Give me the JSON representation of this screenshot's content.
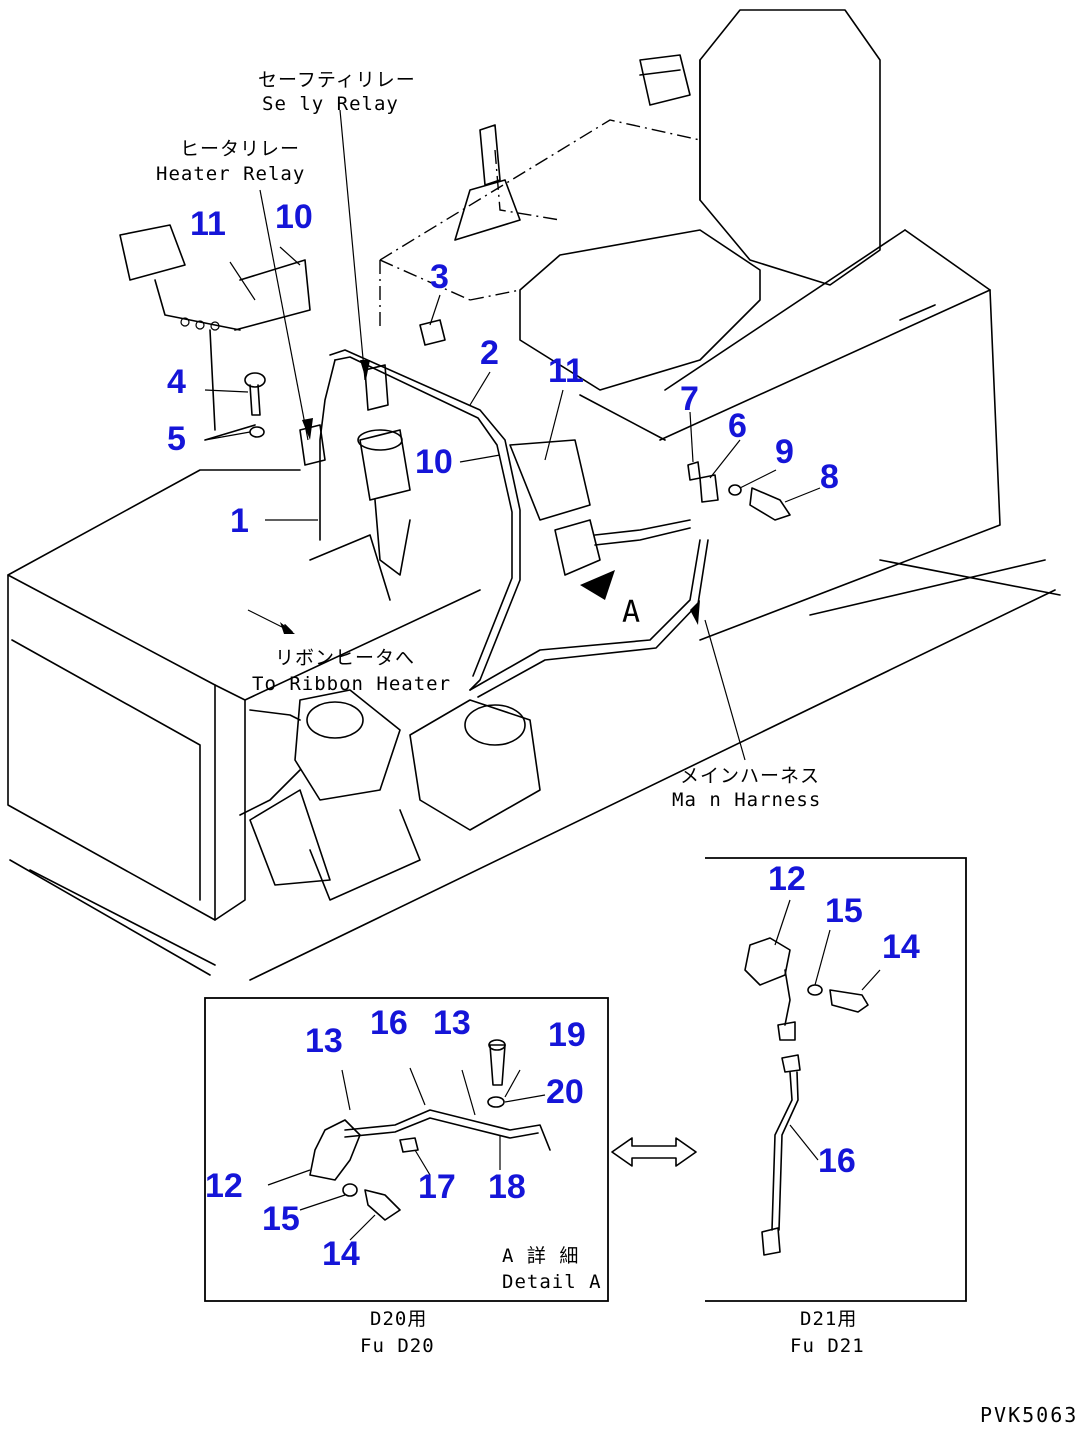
{
  "captions": {
    "safety_relay_jp": "セーフティリレー",
    "safety_relay_en": "Se ly Relay",
    "heater_relay_jp": "ヒータリレー",
    "heater_relay_en": "Heater Relay",
    "ribbon_heater_jp": "リボンヒータへ",
    "ribbon_heater_en": "To Ribbon Heater",
    "main_harness_jp": "メインハーネス",
    "main_harness_en": "Ma n Harness",
    "view_a": "A",
    "detail_a_jp": "A 詳 細",
    "detail_a_en": "Detail A",
    "d20_jp": "D20用",
    "d20_en": "Fu  D20",
    "d21_jp": "D21用",
    "d21_en": "Fu  D21",
    "drawing_ref": "PVK5063"
  },
  "callouts": {
    "c1": "1",
    "c2": "2",
    "c3": "3",
    "c4": "4",
    "c5": "5",
    "c6": "6",
    "c7": "7",
    "c8": "8",
    "c9": "9",
    "c10a": "10",
    "c10b": "10",
    "c11a": "11",
    "c11b": "11",
    "d20_12": "12",
    "d20_13a": "13",
    "d20_13b": "13",
    "d20_14": "14",
    "d20_15": "15",
    "d20_16": "16",
    "d20_17": "17",
    "d20_18": "18",
    "d20_19": "19",
    "d20_20": "20",
    "d21_12": "12",
    "d21_14": "14",
    "d21_15": "15",
    "d21_16": "16"
  },
  "colors": {
    "callout": "#1515d8",
    "line": "#000000"
  }
}
